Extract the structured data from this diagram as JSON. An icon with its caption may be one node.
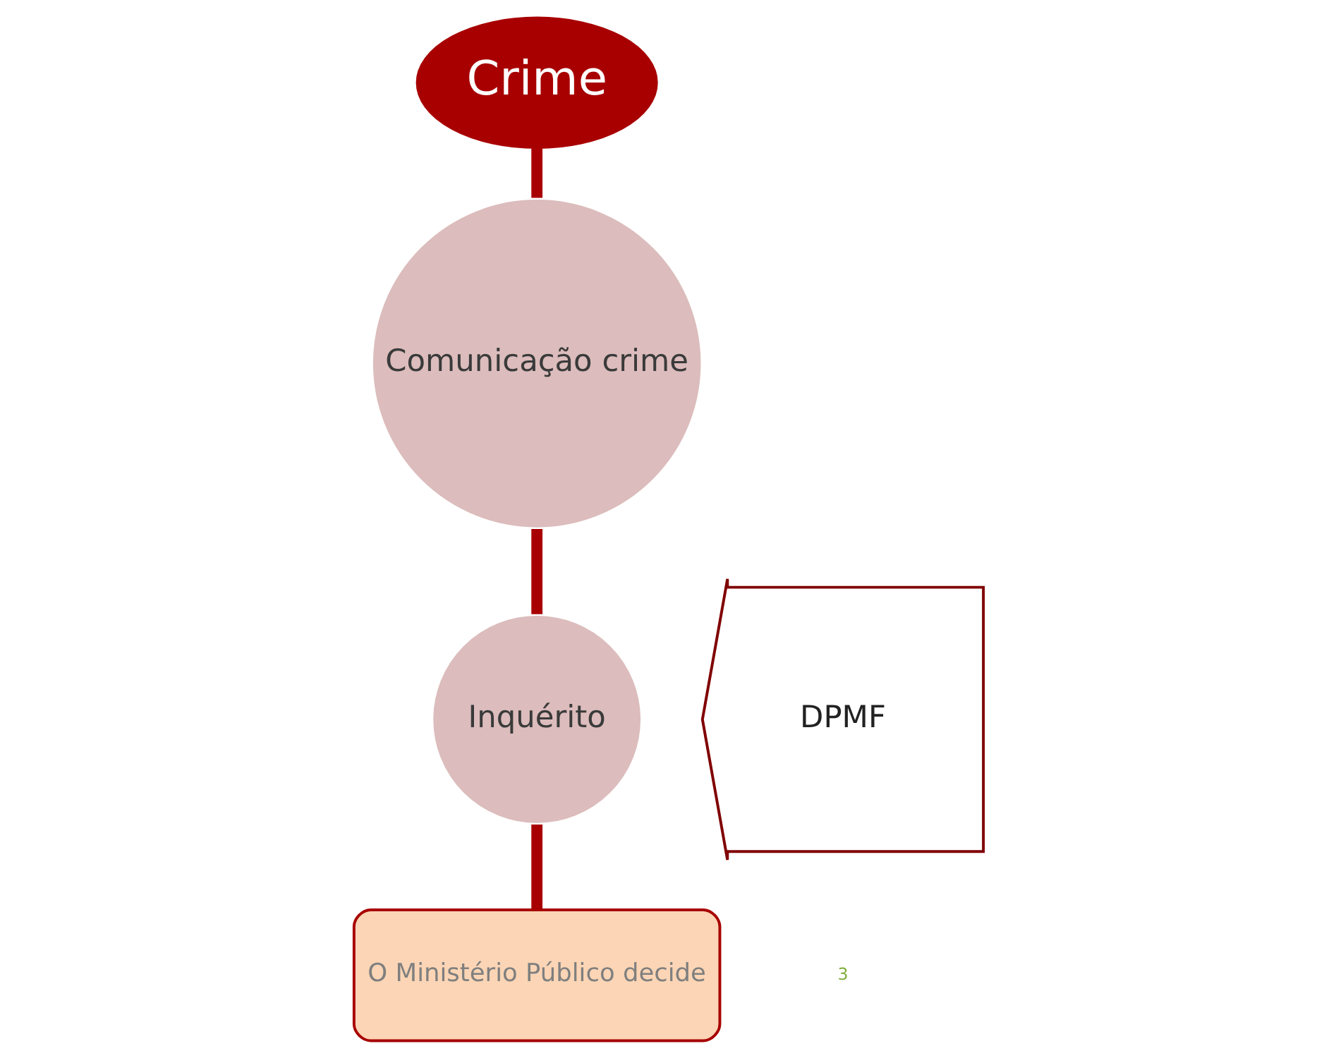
{
  "diagram": {
    "nodes": [
      {
        "text": [
          "Crime"
        ]
      },
      {
        "text": [
          "Comunicação crime"
        ]
      },
      {
        "text": [
          "Inquérito"
        ]
      },
      {
        "text": [
          "O Ministério Público decide"
        ]
      },
      {
        "text": [
          "DPMF"
        ]
      }
    ],
    "edges": [
      {
        "from": 0,
        "to": 1,
        "arrow": "none"
      },
      {
        "from": 1,
        "to": 2,
        "arrow": "none"
      },
      {
        "from": 2,
        "to": 3,
        "arrow": "none"
      }
    ],
    "labels": [
      "3"
    ]
  }
}
